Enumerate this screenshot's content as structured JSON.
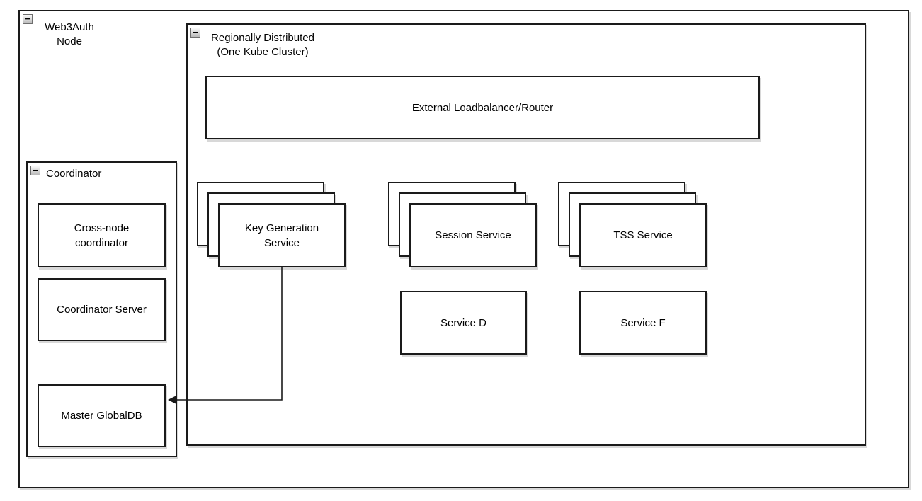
{
  "diagram": {
    "web3auth": {
      "label_lines": [
        "Web3Auth",
        "Node"
      ]
    },
    "regional": {
      "label_lines": [
        "Regionally Distributed",
        "(One Kube Cluster)"
      ]
    },
    "loadbalancer": {
      "label": "External Loadbalancer/Router"
    },
    "key_generation": {
      "label_lines": [
        "Key Generation",
        "Service"
      ]
    },
    "session": {
      "label": "Session Service"
    },
    "tss": {
      "label": "TSS Service"
    },
    "service_d": {
      "label": "Service D"
    },
    "service_f": {
      "label": "Service F"
    },
    "coordinator": {
      "label": "Coordinator",
      "cross_node": {
        "label_lines": [
          "Cross-node",
          "coordinator"
        ]
      },
      "server": {
        "label": "Coordinator Server"
      },
      "global_db": {
        "label": "Master GlobalDB"
      }
    },
    "icons": {
      "collapse_glyph": "−"
    },
    "colors": {
      "stroke": "#1a1a1a",
      "shape_fill": "#ffffff",
      "shadow": "#d8d8d8",
      "arrow": "#1a1a1a"
    }
  }
}
